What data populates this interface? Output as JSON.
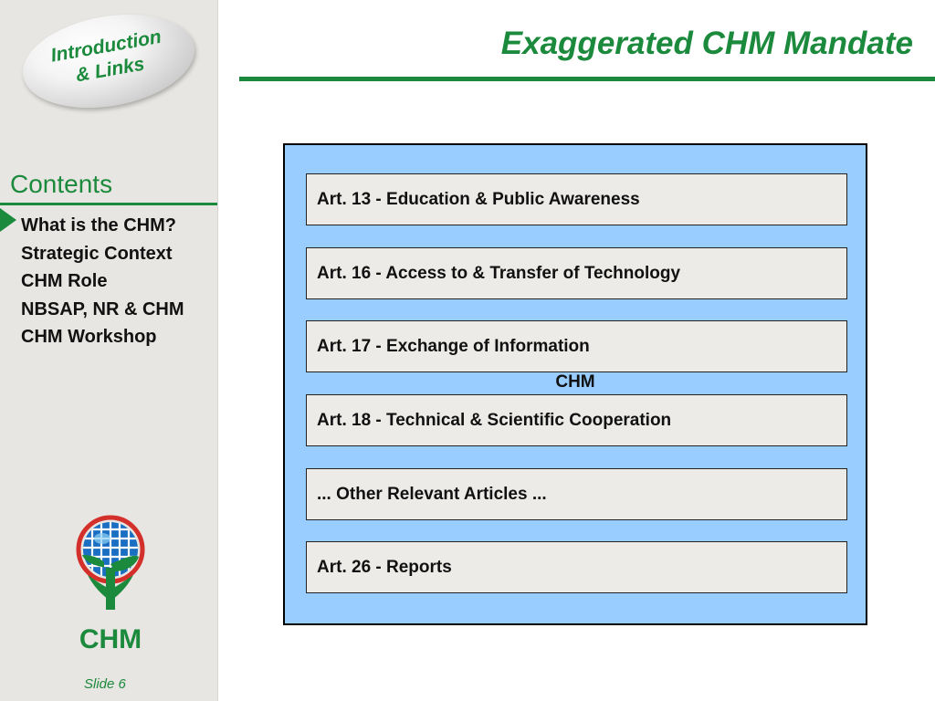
{
  "sidebar": {
    "intro_button": "Introduction\n& Links",
    "contents_title": "Contents",
    "items": [
      {
        "label": "What is the CHM?",
        "active": true
      },
      {
        "label": "Strategic Context"
      },
      {
        "label": "CHM Role"
      },
      {
        "label": "NBSAP, NR & CHM"
      },
      {
        "label": "CHM Workshop"
      }
    ],
    "logo_text": "CHM",
    "slide_number": "Slide 6"
  },
  "main": {
    "title": "Exaggerated CHM Mandate",
    "panel_label": "CHM",
    "articles": [
      "Art. 13 - Education & Public Awareness",
      "Art. 16 - Access to & Transfer of Technology",
      "Art. 17 - Exchange of Information",
      "Art. 18 - Technical & Scientific Cooperation",
      "... Other Relevant Articles ...",
      "Art. 26 - Reports"
    ]
  },
  "colors": {
    "accent": "#1c8a3d",
    "panel": "#99ccff",
    "sidebar": "#e8e6e2",
    "article_box": "#ecebe8"
  }
}
